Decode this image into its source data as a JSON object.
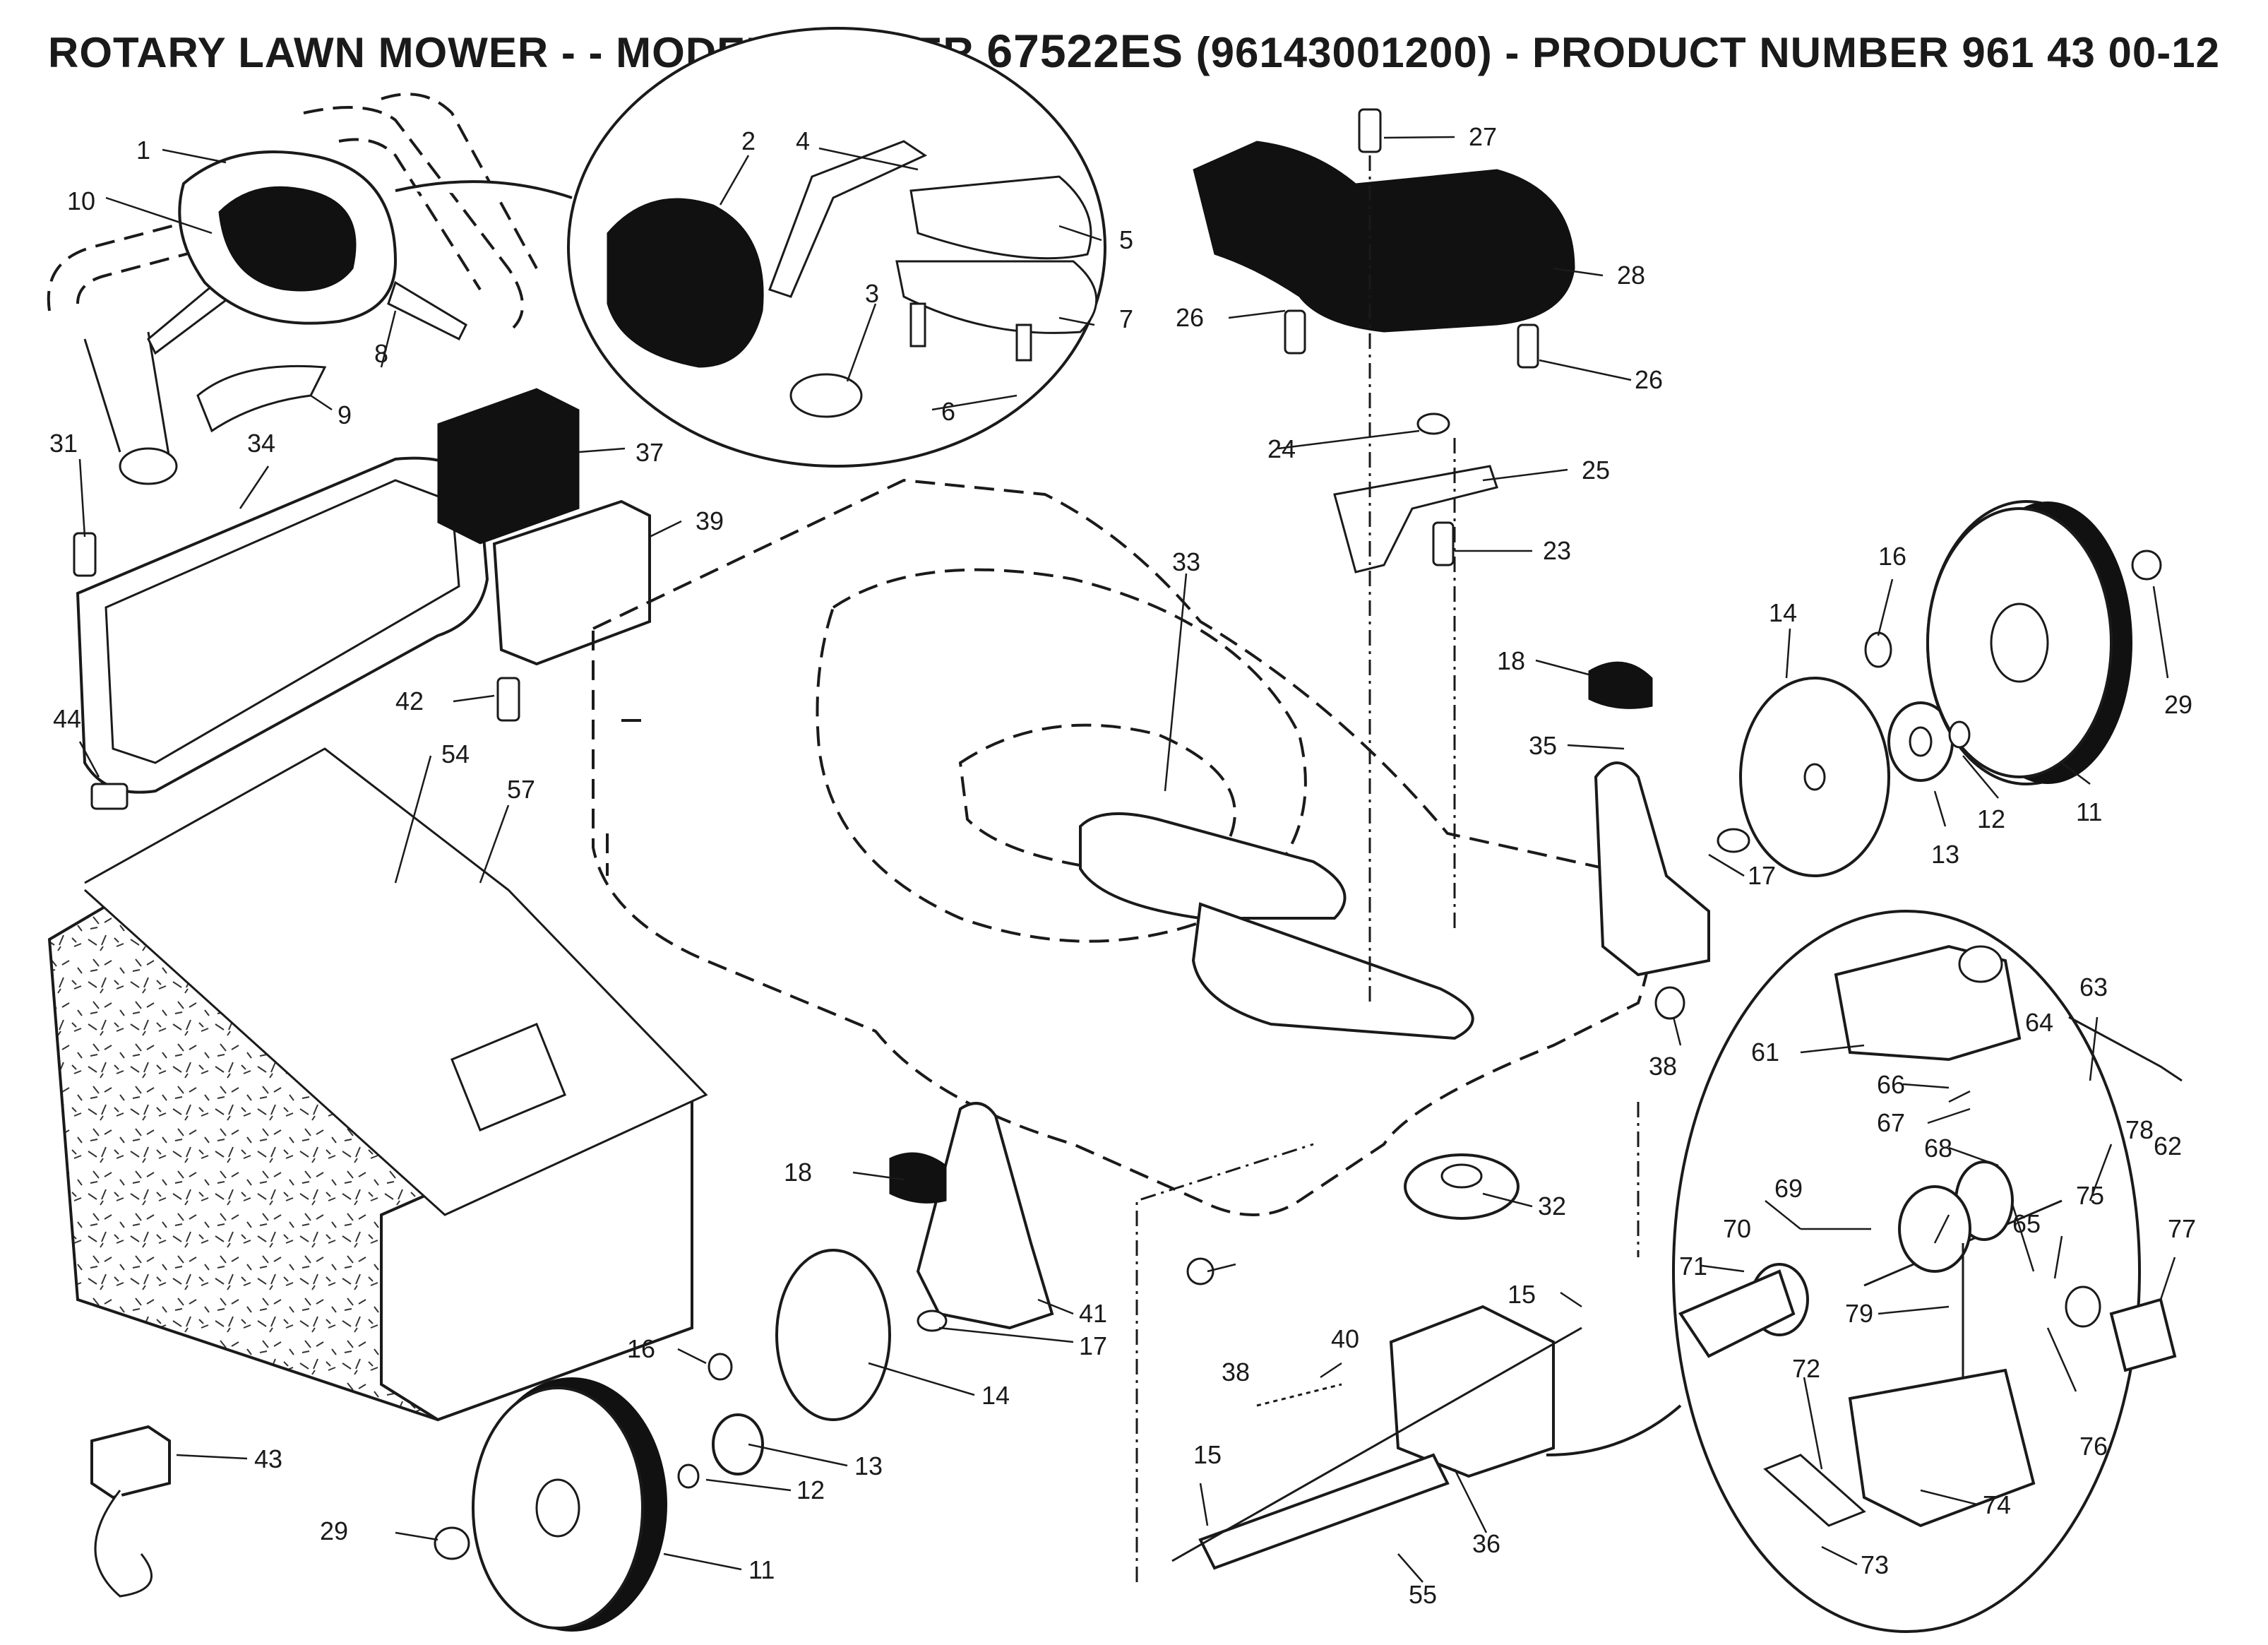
{
  "title": {
    "prefix": "ROTARY LAWN MOWER - - MODEL NUMBER ",
    "model": "67522ES",
    "suffix": " (96143001200) - PRODUCT NUMBER 961 43 00-12"
  },
  "callouts": [
    {
      "id": "c1",
      "label": "1"
    },
    {
      "id": "c10",
      "label": "10"
    },
    {
      "id": "c2",
      "label": "2"
    },
    {
      "id": "c4",
      "label": "4"
    },
    {
      "id": "c5",
      "label": "5"
    },
    {
      "id": "c7",
      "label": "7"
    },
    {
      "id": "c3",
      "label": "3"
    },
    {
      "id": "c6",
      "label": "6"
    },
    {
      "id": "c8",
      "label": "8"
    },
    {
      "id": "c9",
      "label": "9"
    },
    {
      "id": "c27",
      "label": "27"
    },
    {
      "id": "c28",
      "label": "28"
    },
    {
      "id": "c26a",
      "label": "26"
    },
    {
      "id": "c26b",
      "label": "26"
    },
    {
      "id": "c24",
      "label": "24"
    },
    {
      "id": "c25",
      "label": "25"
    },
    {
      "id": "c23",
      "label": "23"
    },
    {
      "id": "c31",
      "label": "31"
    },
    {
      "id": "c34",
      "label": "34"
    },
    {
      "id": "c37",
      "label": "37"
    },
    {
      "id": "c39",
      "label": "39"
    },
    {
      "id": "c42",
      "label": "42"
    },
    {
      "id": "c44",
      "label": "44"
    },
    {
      "id": "c54",
      "label": "54"
    },
    {
      "id": "c57",
      "label": "57"
    },
    {
      "id": "c33",
      "label": "33"
    },
    {
      "id": "c16a",
      "label": "16"
    },
    {
      "id": "c29a",
      "label": "29"
    },
    {
      "id": "c18a",
      "label": "18"
    },
    {
      "id": "c14a",
      "label": "14"
    },
    {
      "id": "c35",
      "label": "35"
    },
    {
      "id": "c13a",
      "label": "13"
    },
    {
      "id": "c12a",
      "label": "12"
    },
    {
      "id": "c11a",
      "label": "11"
    },
    {
      "id": "c17a",
      "label": "17"
    },
    {
      "id": "c38a",
      "label": "38"
    },
    {
      "id": "c63",
      "label": "63"
    },
    {
      "id": "c61",
      "label": "61"
    },
    {
      "id": "c64",
      "label": "64"
    },
    {
      "id": "c66",
      "label": "66"
    },
    {
      "id": "c67",
      "label": "67"
    },
    {
      "id": "c62",
      "label": "62"
    },
    {
      "id": "c68",
      "label": "68"
    },
    {
      "id": "c78",
      "label": "78"
    },
    {
      "id": "c69",
      "label": "69"
    },
    {
      "id": "c75",
      "label": "75"
    },
    {
      "id": "c65",
      "label": "65"
    },
    {
      "id": "c70",
      "label": "70"
    },
    {
      "id": "c77",
      "label": "77"
    },
    {
      "id": "c71",
      "label": "71"
    },
    {
      "id": "c79",
      "label": "79"
    },
    {
      "id": "c72",
      "label": "72"
    },
    {
      "id": "c76",
      "label": "76"
    },
    {
      "id": "c74",
      "label": "74"
    },
    {
      "id": "c73",
      "label": "73"
    },
    {
      "id": "c32",
      "label": "32"
    },
    {
      "id": "c18b",
      "label": "18"
    },
    {
      "id": "c41",
      "label": "41"
    },
    {
      "id": "c17b",
      "label": "17"
    },
    {
      "id": "c15a",
      "label": "15"
    },
    {
      "id": "c16b",
      "label": "16"
    },
    {
      "id": "c14b",
      "label": "14"
    },
    {
      "id": "c38b",
      "label": "38"
    },
    {
      "id": "c40",
      "label": "40"
    },
    {
      "id": "c13b",
      "label": "13"
    },
    {
      "id": "c12b",
      "label": "12"
    },
    {
      "id": "c43",
      "label": "43"
    },
    {
      "id": "c29b",
      "label": "29"
    },
    {
      "id": "c11b",
      "label": "11"
    },
    {
      "id": "c15b",
      "label": "15"
    },
    {
      "id": "c36",
      "label": "36"
    },
    {
      "id": "c55",
      "label": "55"
    }
  ]
}
